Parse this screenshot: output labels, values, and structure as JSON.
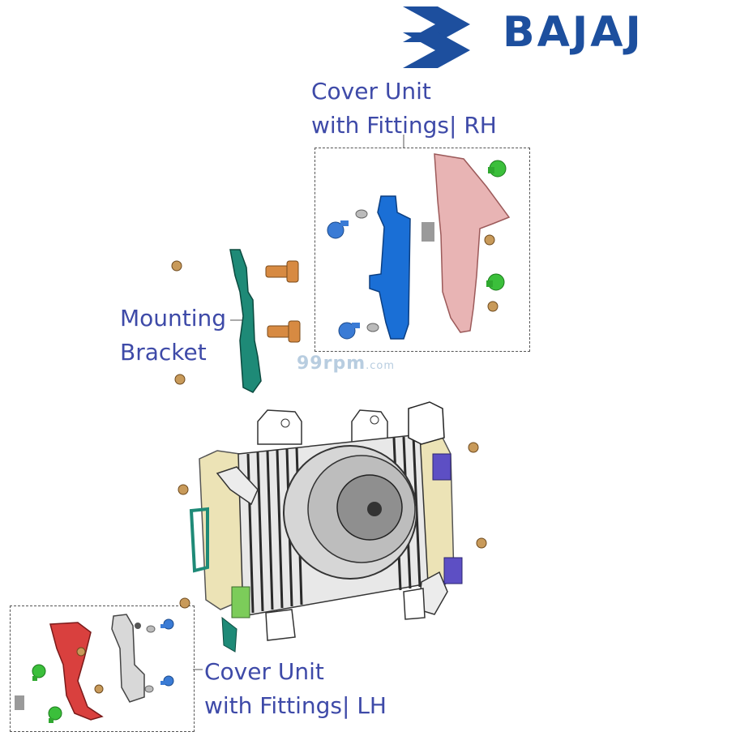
{
  "brand": {
    "name": "BAJAJ",
    "color": "#1d4f9e"
  },
  "labels": {
    "cover_rh_line1": "Cover Unit",
    "cover_rh_line2": "with Fittings| RH",
    "mounting_line1": "Mounting",
    "mounting_line2": "Bracket",
    "cover_lh_line1": "Cover Unit",
    "cover_lh_line2": "with Fittings| LH"
  },
  "watermark": {
    "main": "99rpm",
    "suffix": ".com"
  },
  "colors": {
    "label": "#3e4aa8",
    "rh_bracket": "#1a6fd6",
    "rh_cover": "#e8b4b4",
    "lh_cover": "#d9403e",
    "mounting_bracket": "#1e8a77",
    "bolt": "#d78a42",
    "screw_green": "#3bbf3b",
    "screw_blue": "#3a7bd5"
  }
}
